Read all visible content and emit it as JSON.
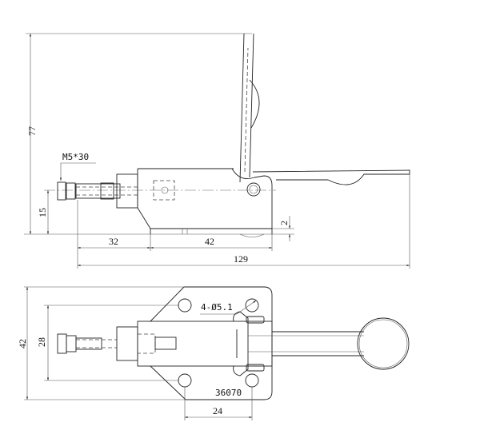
{
  "side_view": {
    "dims": {
      "height_total": "77",
      "center_height": "15",
      "stud_length": "32",
      "base_length": "42",
      "overall_length": "129",
      "base_thickness": "2"
    },
    "thread_label": "M5*30"
  },
  "top_view": {
    "dims": {
      "plate_width": "42",
      "hole_spacing_y": "28",
      "hole_spacing_x": "24"
    },
    "hole_label": "4-Ø5.1",
    "model_number": "36070"
  },
  "colors": {
    "line": "#222222",
    "background": "#ffffff"
  }
}
